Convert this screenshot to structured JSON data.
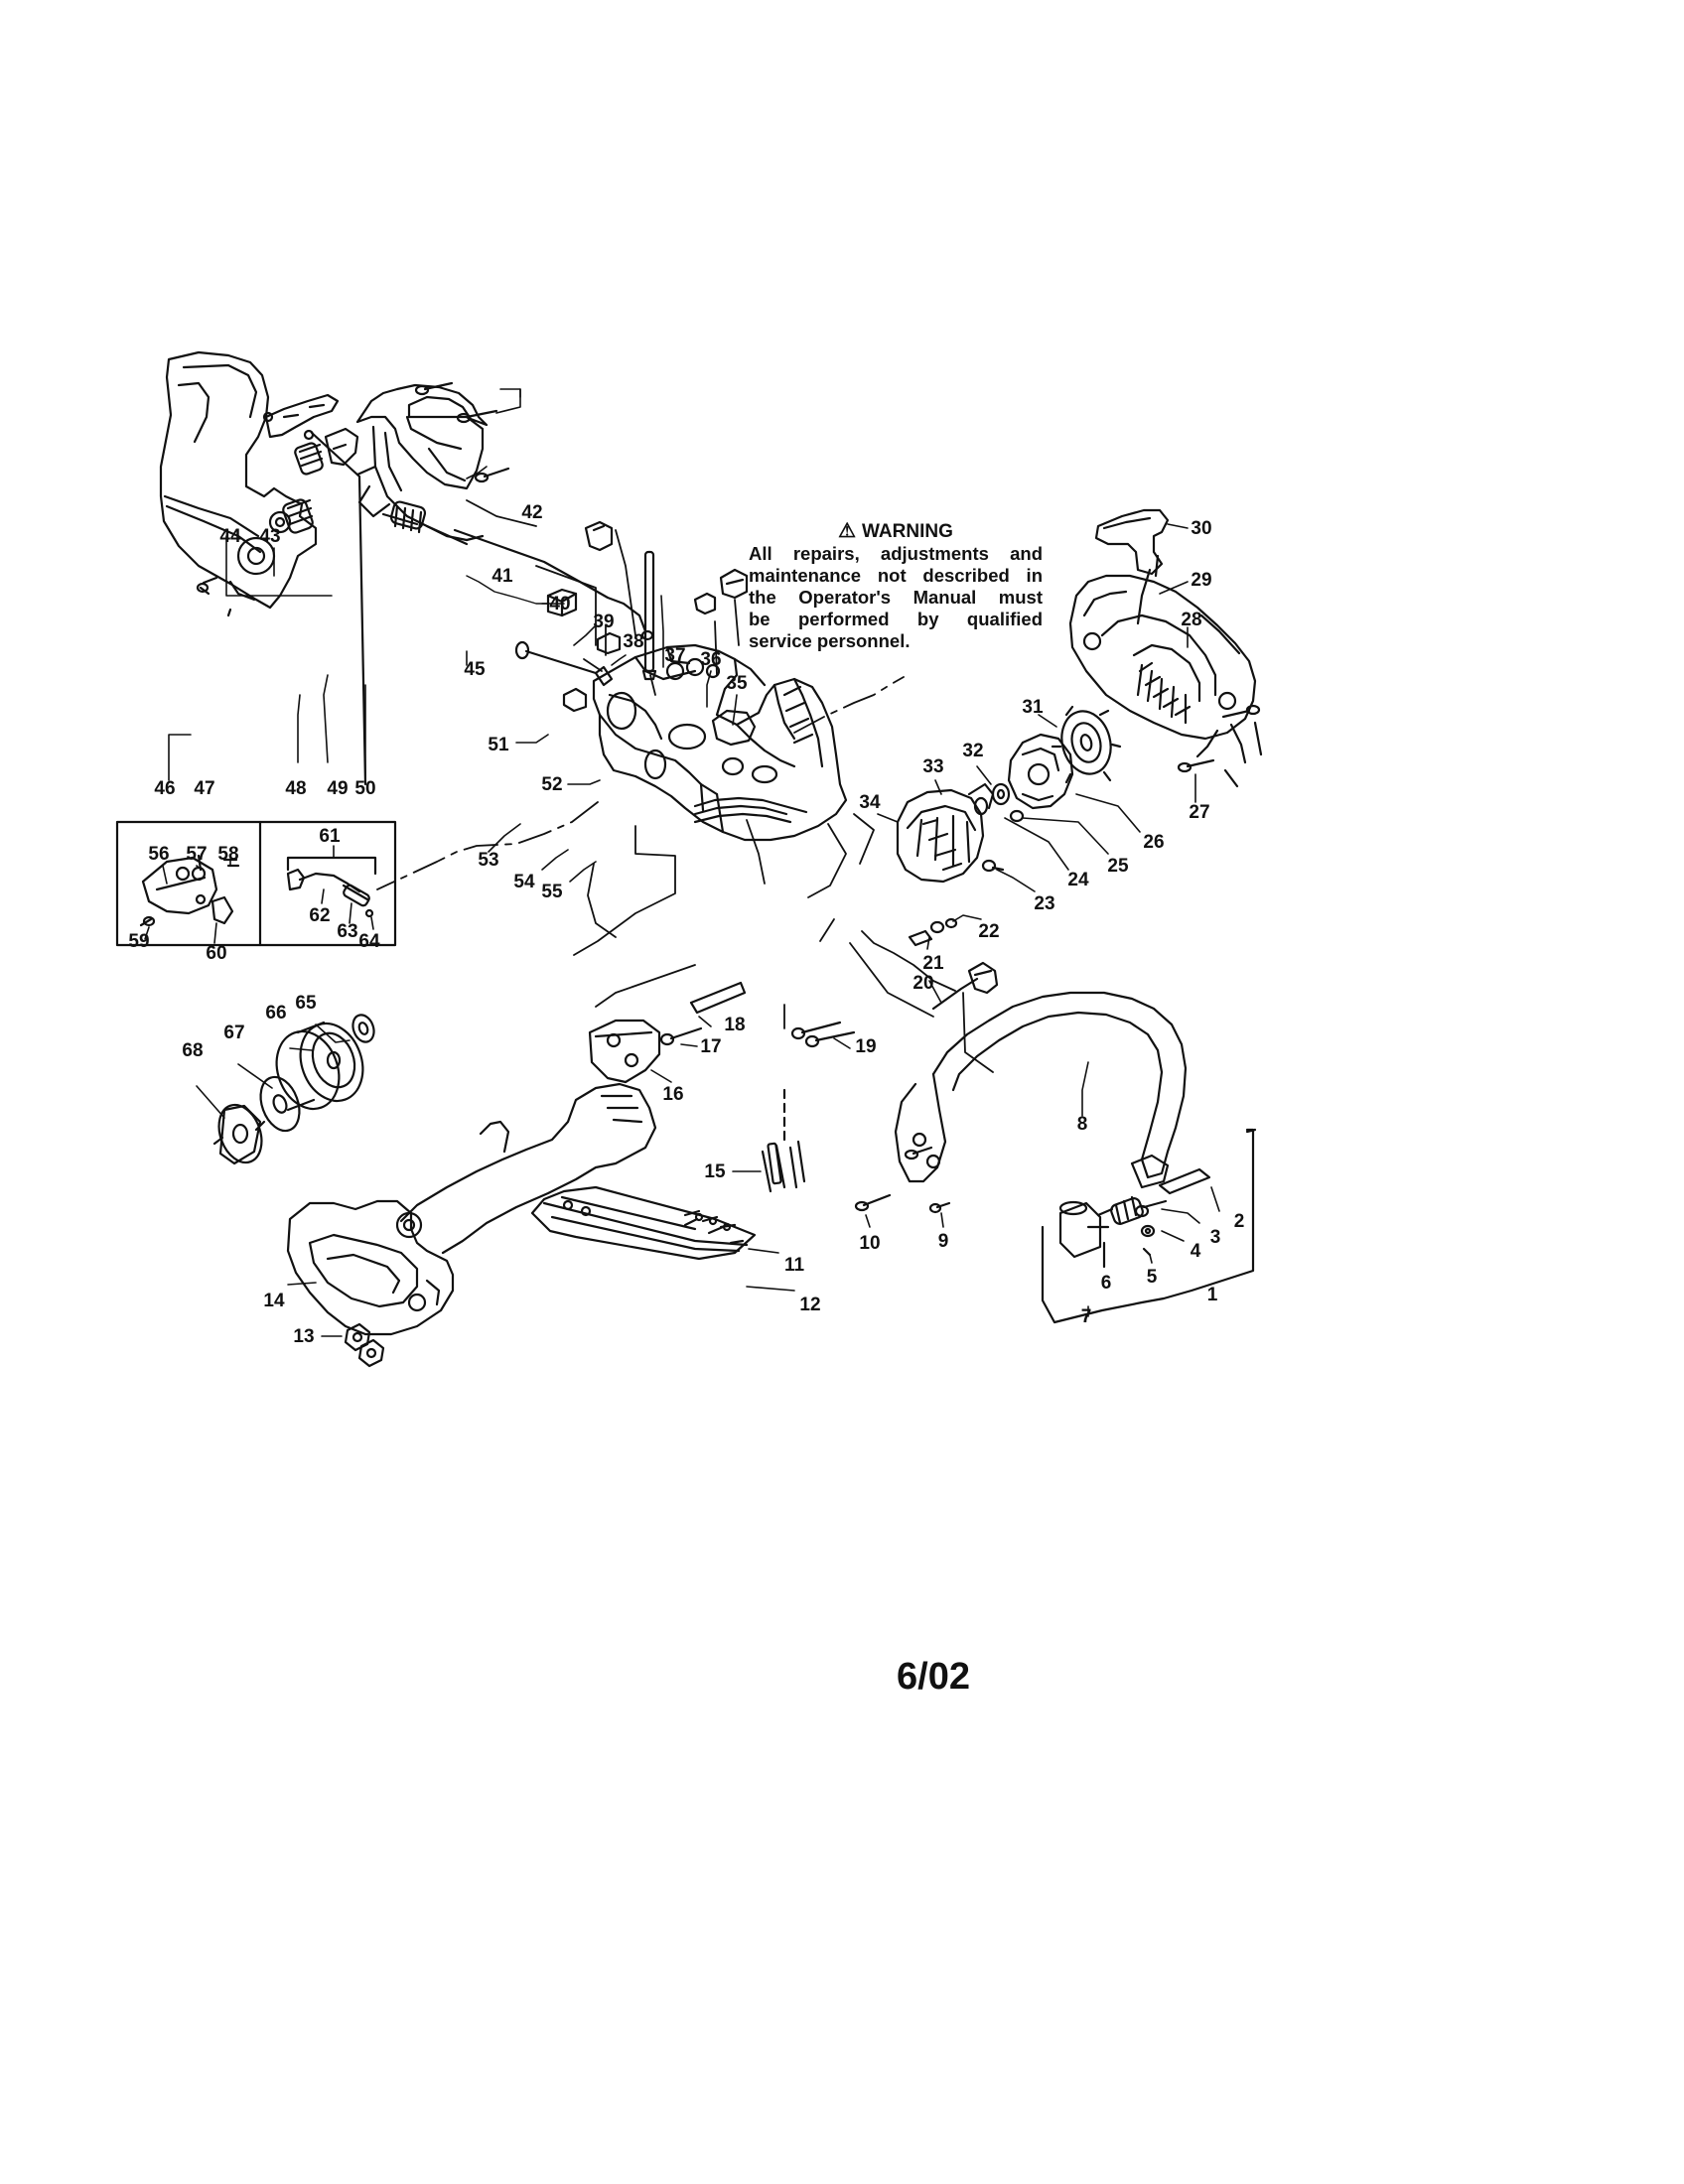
{
  "warning": {
    "title": "WARNING",
    "lines": [
      "All repairs, adjustments and",
      "maintenance not described in",
      "the Operator's Manual must",
      "be performed by qualified",
      "service personnel."
    ]
  },
  "date_code": "6/02",
  "parts": [
    "1",
    "2",
    "3",
    "4",
    "5",
    "6",
    "7",
    "8",
    "9",
    "10",
    "11",
    "12",
    "13",
    "14",
    "15",
    "16",
    "17",
    "18",
    "19",
    "20",
    "21",
    "22",
    "23",
    "24",
    "25",
    "26",
    "27",
    "28",
    "29",
    "30",
    "31",
    "32",
    "33",
    "34",
    "35",
    "36",
    "37",
    "38",
    "39",
    "40",
    "41",
    "42",
    "43",
    "44",
    "45",
    "46",
    "47",
    "48",
    "49",
    "50",
    "51",
    "52",
    "53",
    "54",
    "55",
    "56",
    "57",
    "58",
    "59",
    "60",
    "61",
    "62",
    "63",
    "64",
    "65",
    "66",
    "67",
    "68"
  ],
  "line_color": "#111111"
}
